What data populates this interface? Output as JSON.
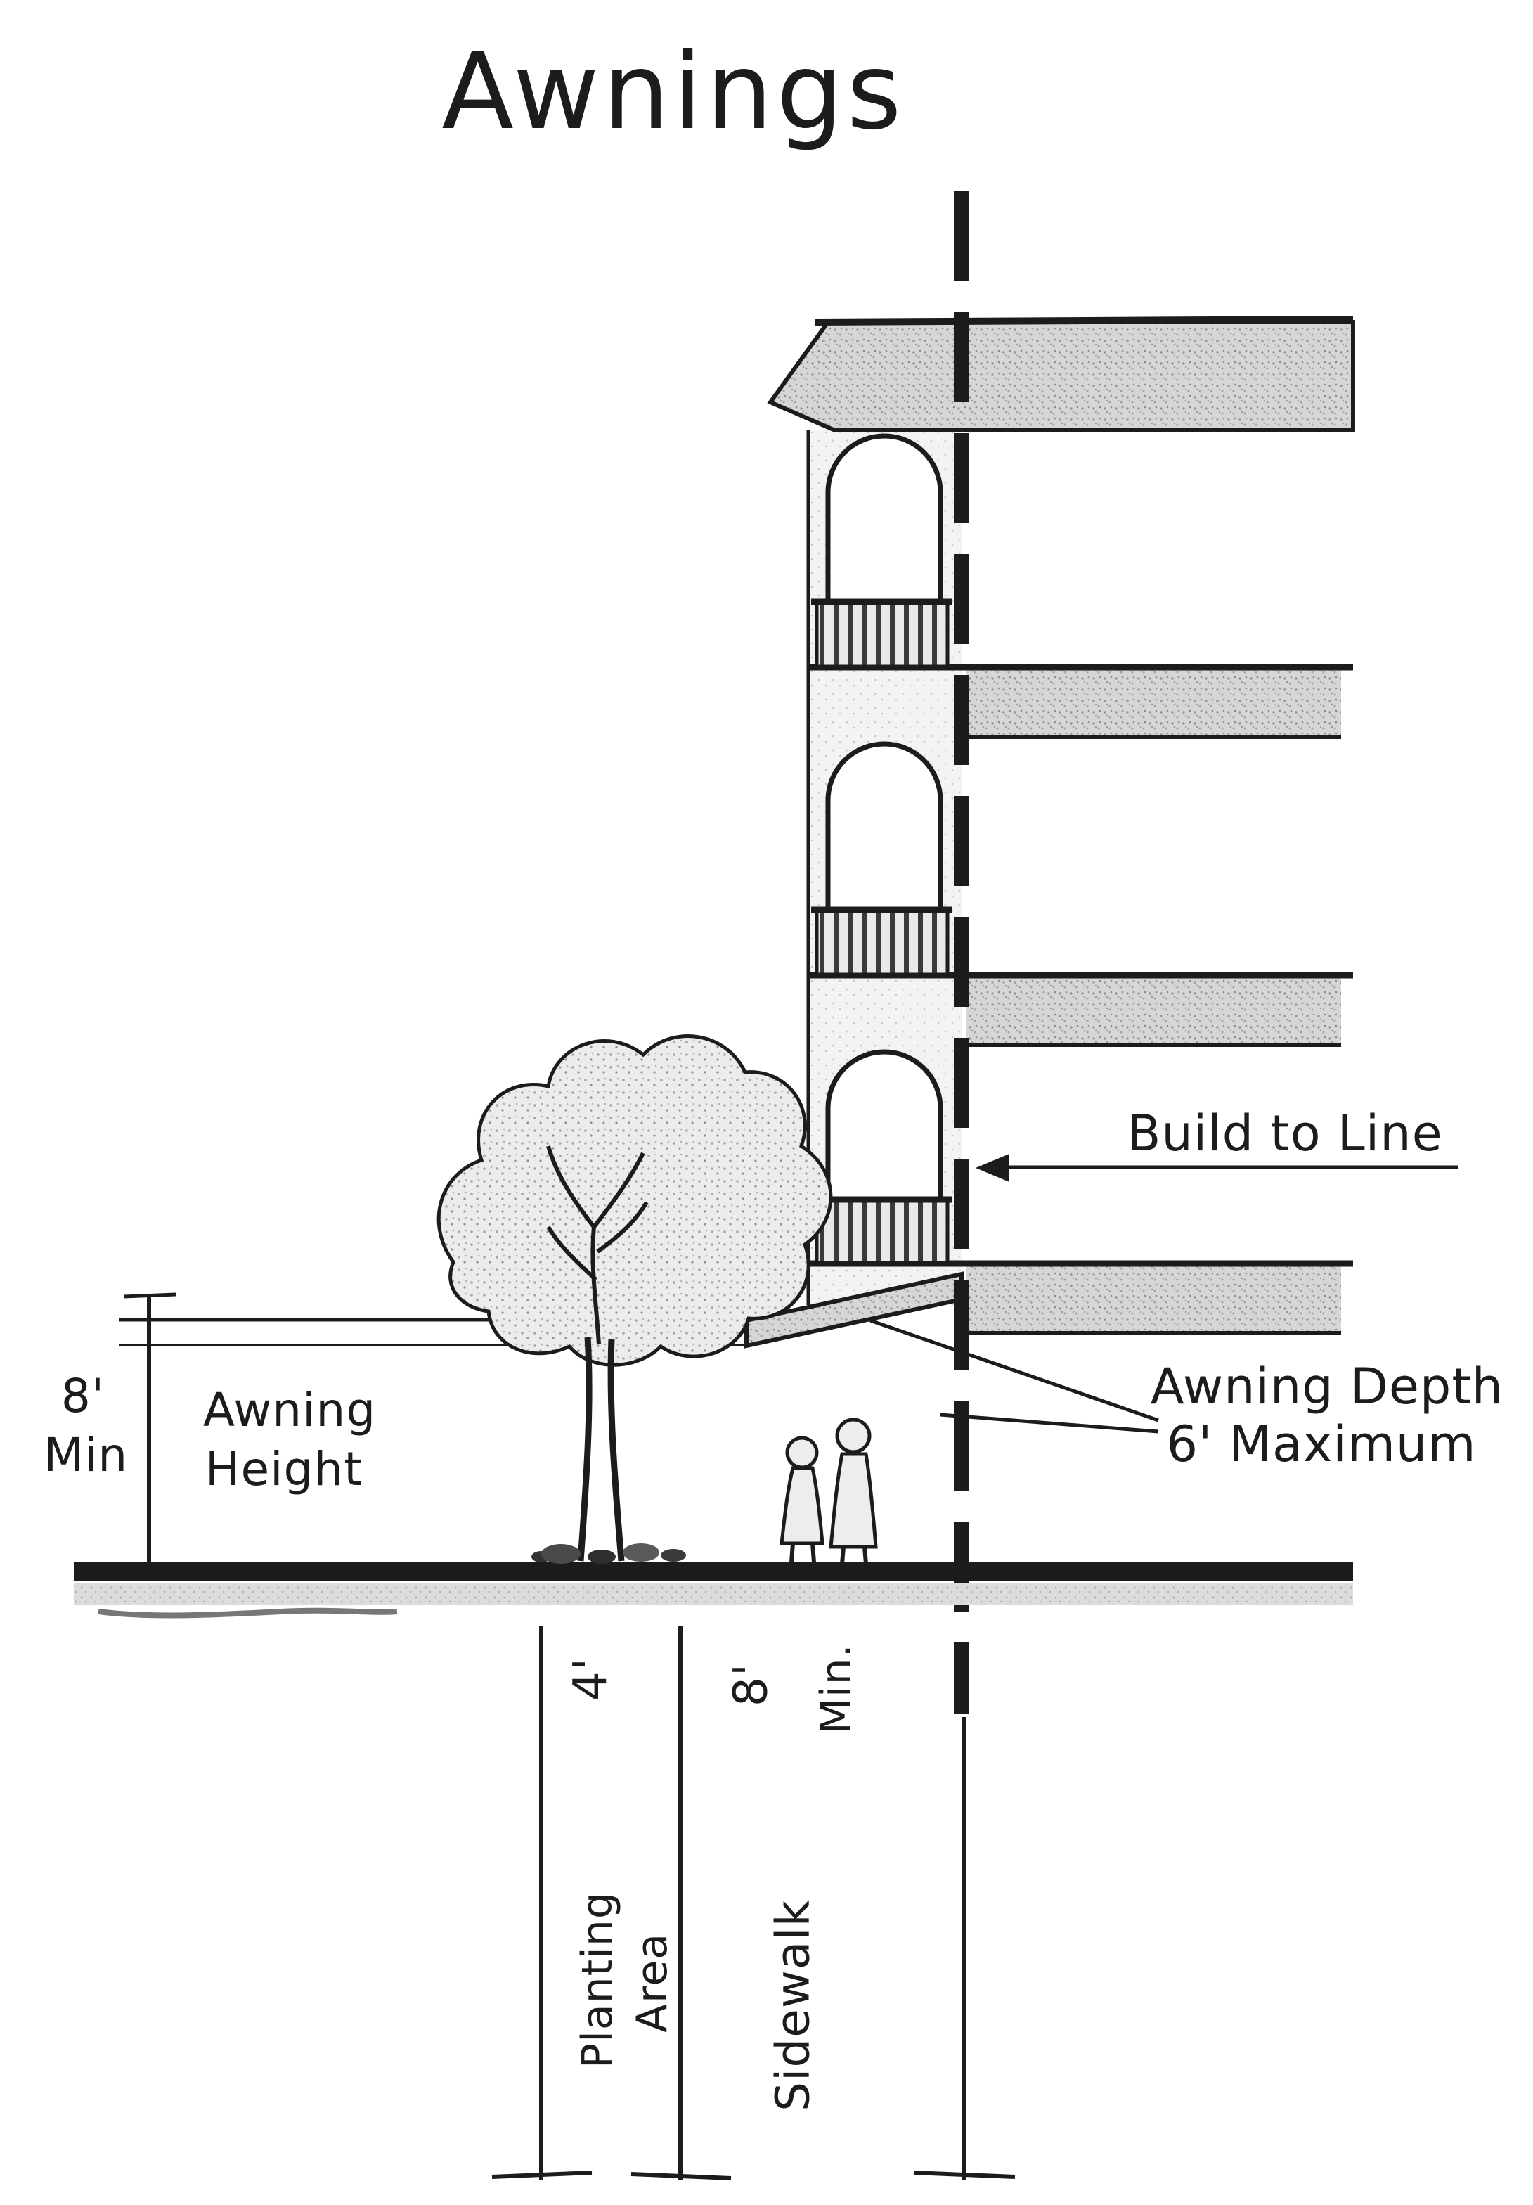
{
  "title": "Awnings",
  "annotations": {
    "build_to_line": "Build to Line",
    "awning_depth_line1": "Awning Depth",
    "awning_depth_line2": "6' Maximum"
  },
  "awning_height_dim": {
    "value": "8'",
    "qualifier": "Min",
    "label_line1": "Awning",
    "label_line2": "Height"
  },
  "street_dims": {
    "planting_width": "4'",
    "sidewalk_width": "8'",
    "sidewalk_min": "Min.",
    "planting_line1": "Planting",
    "planting_line2": "Area",
    "sidewalk_label": "Sidewalk"
  },
  "colors": {
    "ink": "#1c1c1c",
    "halftone_gray": "#c6c6c6",
    "paper": "#ffffff"
  }
}
